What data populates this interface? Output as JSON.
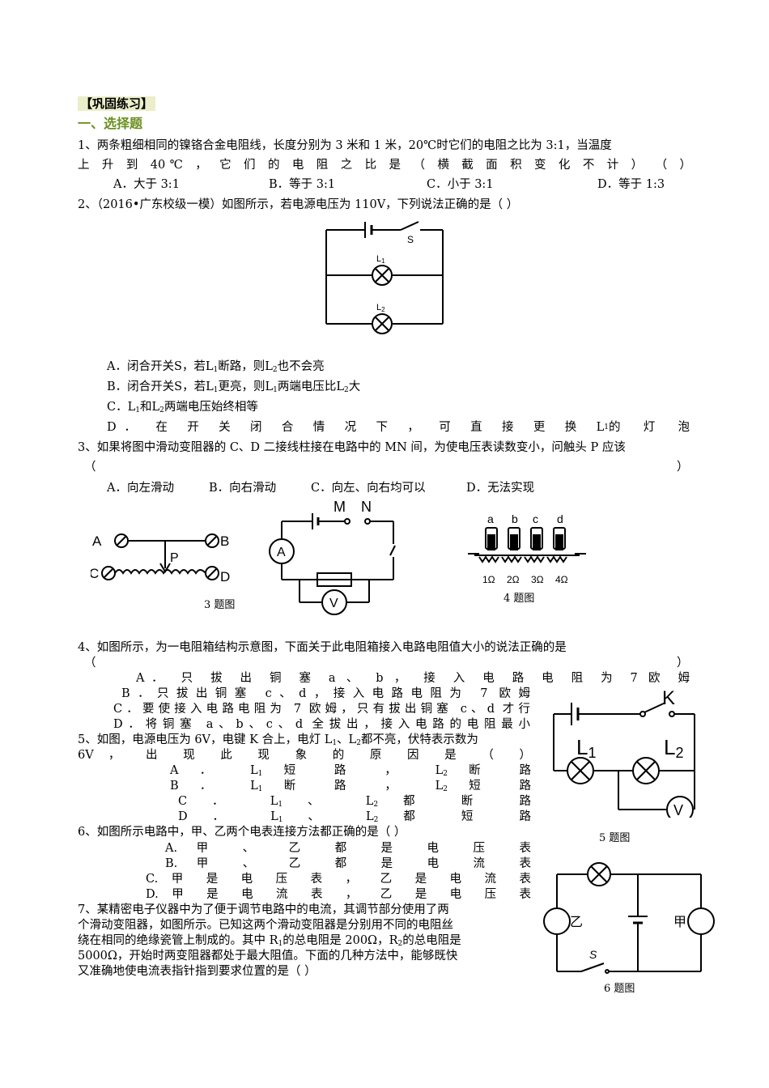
{
  "header": {
    "badge": "【巩固练习】",
    "section": "一、选择题"
  },
  "q1": {
    "line1": "1、两条粗细相同的镍铬合金电阻线，长度分别为 3 米和 1 米，20℃时它们的电阻之比为 3:1，当温度",
    "line2": "上 升 到 40℃ ， 它 们 的 电 阻 之 比 是 （ 横 截 面 积 变 化 不 计 ） （          ）",
    "options": [
      "A．大于 3:1",
      "B．等于 3:1",
      "C．小于 3:1",
      "D．等于 1:3"
    ]
  },
  "q2": {
    "stem": "2、（2016•广东校级一模）如图所示，若电源电压为 110V，下列说法正确的是（      ）",
    "a": {
      "pre": "A．闭合开关S，若L",
      "s1": "1",
      "mid": "断路，则L",
      "s2": "2",
      "post": "也不会亮"
    },
    "b": {
      "pre": "B．闭合开关S，若L",
      "s1": "1",
      "mid": "更亮，则L",
      "s2": "1",
      "post": "两端电压比L",
      "s3": "2",
      "end": "大"
    },
    "c": {
      "pre": "C．L",
      "s1": "1",
      "mid": "和L",
      "s2": "2",
      "post": "两端电压始终相等"
    },
    "d": {
      "pre": "D． 在 开 关 闭 合 情 况 下 ， 可 直 接 更 换 L",
      "s1": "1",
      "post": " 的 灯 泡"
    },
    "fig": {
      "switch": "S",
      "lamp1": "L",
      "lamp1_sub": "1",
      "lamp2": "L",
      "lamp2_sub": "2"
    }
  },
  "q3": {
    "stem": "3、如果将图中滑动变阻器的 C、D 二接线柱接在电路中的 MN 间，为使电压表读数变小，问触头 P 应该",
    "paren_open": "（",
    "paren_close": "）",
    "options": [
      "A．向左滑动",
      "B．向右滑动",
      "C．向左、向右均可以",
      "D．无法实现"
    ],
    "fig": {
      "A": "A",
      "B": "B",
      "C": "C",
      "D": "D",
      "P": "P",
      "M": "M",
      "N": "N",
      "ammeter": "A",
      "voltmeter": "V",
      "caption": "3 题图"
    }
  },
  "q4": {
    "stem": "4、如图所示，为一电阻箱结构示意图，下面关于此电阻箱接入电路电阻值大小的说法正确的是",
    "paren_open": "（",
    "paren_close": "）",
    "a": "A． 只 拔 出 铜 塞 a 、 b ， 接 入 电 路 电 阻 为 7 欧 姆",
    "b": "B．只拔出铜塞 c、d，接入电路电阻为 7 欧姆",
    "c": "C．要使接入电路电阻为 7 欧姆，只有拔出铜塞 c、d 才行",
    "d": "D．将铜塞 a、b、c、d 全拔出，接入电路的电阻最小",
    "fig": {
      "plugs": [
        "a",
        "b",
        "c",
        "d"
      ],
      "resistors": [
        "1Ω",
        "2Ω",
        "3Ω",
        "4Ω"
      ],
      "caption": "4 题图"
    }
  },
  "q5": {
    "stem1": {
      "pre": "5、如图，电源电压为 6V，电键 K 合上，电灯 L",
      "s1": "1",
      "mid": "、L",
      "s2": "2",
      "post": "都不亮，伏特表示数为"
    },
    "stem2": "6V ， 出 现 此 现 象 的 原 因 是 （          ）",
    "a": {
      "pre": "A ． L",
      "s1": "1",
      "mid": " 短 路 ， L",
      "s2": "2",
      "post": " 断 路"
    },
    "b": {
      "pre": "B ． L",
      "s1": "1",
      "mid": " 断 路 ， L",
      "s2": "2",
      "post": " 短 路"
    },
    "c": {
      "pre": "C ． L",
      "s1": "1",
      "mid": " 、 L",
      "s2": "2",
      "post": " 都 断 路"
    },
    "d": {
      "pre": "D ． L",
      "s1": "1",
      "mid": " 、 L",
      "s2": "2",
      "post": " 都 短 路"
    },
    "fig": {
      "switch": "K",
      "lamp1": "L",
      "lamp1_sub": "1",
      "lamp2": "L",
      "lamp2_sub": "2",
      "voltmeter": "V",
      "caption": "5 题图"
    }
  },
  "q6": {
    "stem": "6、如图所示电路中，甲、乙两个电表连接方法都正确的是（      ）",
    "a": "A. 甲 、 乙 都 是 电 压 表",
    "b": "B. 甲 、 乙 都 是 电 流 表",
    "c": "C. 甲 是 电 压 表 ， 乙 是 电 流 表",
    "d": "D. 甲 是 电 流 表 ， 乙 是 电 压 表",
    "fig": {
      "left_meter": "乙",
      "right_meter": "甲",
      "switch": "S",
      "caption": "6 题图"
    }
  },
  "q7": {
    "line1": "7、某精密电子仪器中为了便于调节电路中的电流，其调节部分使用了两",
    "line2": "个滑动变阻器，如图所示。已知这两个滑动变阻器是分别用不同的电阻丝",
    "line3": {
      "pre": "绕在相同的绝缘瓷管上制成的。其中 R",
      "s1": "1",
      "mid": "的总电阻是 200Ω，R",
      "s2": "2",
      "post": "的总电阻是"
    },
    "line4": "5000Ω，开始时两变阻器都处于最大阻值。下面的几种方法中，能够既快",
    "line5": "又准确地使电流表指针指到要求位置的是（      ）"
  }
}
